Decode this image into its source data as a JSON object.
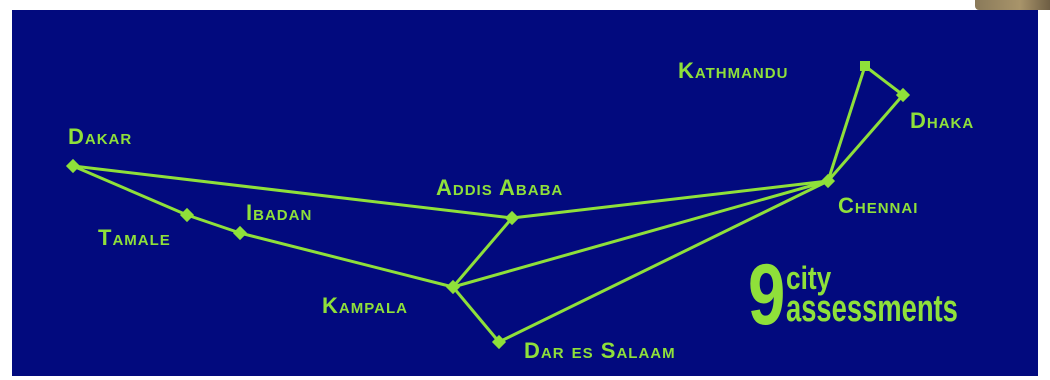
{
  "colors": {
    "background": "#020a7e",
    "accent": "#8fe03a"
  },
  "cities": [
    {
      "id": "kathmandu",
      "label": "Kathmandu"
    },
    {
      "id": "dhaka",
      "label": "Dhaka"
    },
    {
      "id": "dakar",
      "label": "Dakar"
    },
    {
      "id": "addis-ababa",
      "label": "Addis Ababa"
    },
    {
      "id": "chennai",
      "label": "Chennai"
    },
    {
      "id": "ibadan",
      "label": "Ibadan"
    },
    {
      "id": "tamale",
      "label": "Tamale"
    },
    {
      "id": "kampala",
      "label": "Kampala"
    },
    {
      "id": "dar-es-salaam",
      "label": "Dar es Salaam"
    }
  ],
  "connections": [
    [
      "dakar",
      "addis-ababa"
    ],
    [
      "addis-ababa",
      "chennai"
    ],
    [
      "dakar",
      "tamale"
    ],
    [
      "tamale",
      "ibadan"
    ],
    [
      "ibadan",
      "kampala"
    ],
    [
      "kampala",
      "addis-ababa"
    ],
    [
      "kampala",
      "chennai"
    ],
    [
      "kampala",
      "dar-es-salaam"
    ],
    [
      "dar-es-salaam",
      "chennai"
    ],
    [
      "chennai",
      "kathmandu"
    ],
    [
      "kathmandu",
      "dhaka"
    ],
    [
      "dhaka",
      "chennai"
    ]
  ],
  "brand": {
    "number": "9",
    "word1": "city",
    "word2": "assessments"
  }
}
